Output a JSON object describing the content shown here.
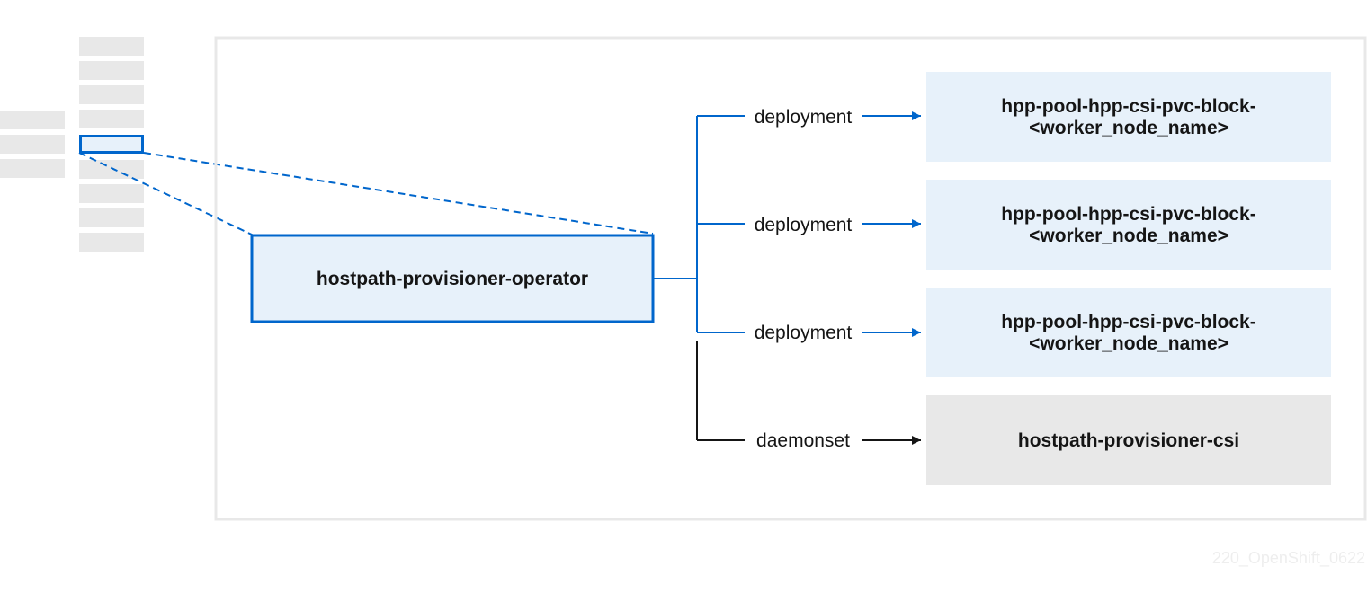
{
  "diagram": {
    "operator": {
      "label": "hostpath-provisioner-operator"
    },
    "edges": [
      {
        "label": "deployment",
        "kind": "deployment"
      },
      {
        "label": "deployment",
        "kind": "deployment"
      },
      {
        "label": "deployment",
        "kind": "deployment"
      },
      {
        "label": "daemonset",
        "kind": "daemonset"
      }
    ],
    "targets": [
      {
        "line1": "hpp-pool-hpp-csi-pvc-block-",
        "line2": "<worker_node_name>",
        "kind": "deployment"
      },
      {
        "line1": "hpp-pool-hpp-csi-pvc-block-",
        "line2": "<worker_node_name>",
        "kind": "deployment"
      },
      {
        "line1": "hpp-pool-hpp-csi-pvc-block-",
        "line2": "<worker_node_name>",
        "kind": "deployment"
      },
      {
        "line1": "hostpath-provisioner-csi",
        "line2": "",
        "kind": "daemonset"
      }
    ],
    "watermark": "220_OpenShift_0622"
  },
  "colors": {
    "accent": "#0066cc",
    "accent_fill": "#e7f1fa",
    "gray_fill": "#e8e8e8",
    "container_border": "#e8e8e8",
    "dark": "#151515"
  }
}
